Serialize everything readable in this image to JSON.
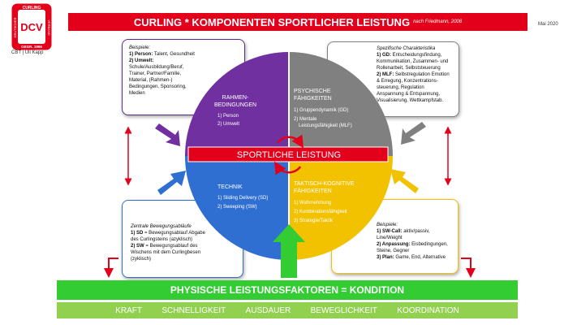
{
  "header": {
    "logo_text": "DCV",
    "logo_top": "CURLING",
    "logo_left": "DEUTSCHER",
    "logo_right": "VERBAND",
    "logo_bottom": "GEGR. 1966",
    "author": "CBT | Uli Kapp",
    "title": "CURLING * KOMPONENTEN SPORTLICHER LEISTUNG",
    "title_source": "nach Friedmann, 2008",
    "date": "Mai 2020"
  },
  "quadrants": {
    "tl": {
      "title_1": "RAHMEN-",
      "title_2": "BEDINGUNGEN",
      "item_1": "1) Person",
      "item_2": "2) Umwelt",
      "color": "#7030a0"
    },
    "tr": {
      "title_1": "PSYCHISCHE",
      "title_2": "FÄHIGKEITEN",
      "item_1": "1) Gruppendynamik (GD)",
      "item_2": "2) Mentale",
      "item_3": "Leistungsfähigkeit (MLF)",
      "color": "#808080"
    },
    "bl": {
      "title_1": "TECHNIK",
      "item_1": "1) Sliding Delivery (SD)",
      "item_2": "2) Sweeping (SW)",
      "color": "#2f6fd1"
    },
    "br": {
      "title_1": "TAKTISCH-KOGNITIVE",
      "title_2": "FÄHIGKEITEN",
      "item_1": "1) Wahrnehmung",
      "item_2": "2) Kombinationsfähigkeit",
      "item_3": "3) Strategie/Taktik",
      "color": "#f2c200"
    }
  },
  "center_band": {
    "label": "SPORTLICHE LEISTUNG",
    "color": "#e3001b"
  },
  "boxes": {
    "tl": {
      "heading": "Beispiele:",
      "l1_num": "1) Person:",
      "l1": "Talent, Gesundheit",
      "l2_num": "2) Umwelt:",
      "l3": "Schule/Ausbildung/Beruf,",
      "l4": "Trainer, Partner/Familie,",
      "l5": "Material, (Rahmen-)",
      "l6": "Bedingungen, Sponsoring,",
      "l7": "Medien"
    },
    "tr": {
      "heading": "Spezifische Charakteristika",
      "l1_num": "1) GD:",
      "l1": "Entscheidungsfindung,",
      "l2": "Kommunikation, Zusammen- und",
      "l3": "Rollenarbeit, Selbststeuerung",
      "l4_num": "2) MLF:",
      "l4": "Selbstregulation Emotion",
      "l5": "& Erregung, Konzentrations-",
      "l6": "steuerung, Regulation",
      "l7": "Anspannung & Entspannung,",
      "l8": "Visualisierung, Wettkampfstab."
    },
    "bl": {
      "heading": "Zentrale Bewegungsabläufe",
      "l1_num": "1) SD",
      "l1": "= Bewegungsablauf Abgabe",
      "l2": "des Curlingsteins (azyklisch)",
      "l3_num": "2) SW",
      "l3": "= Bewegungsablauf des",
      "l4": "Wischens mit dem Curlingbesen",
      "l5": "(zyklisch)"
    },
    "br": {
      "heading": "Beispiele:",
      "l1_num": "1) SW-Call:",
      "l1": "aktiv/passiv,",
      "l2": "Line/Weight",
      "l3_num": "2) Anpassung:",
      "l3": "Eisbedingungen,",
      "l4": "Steine, Gegner",
      "l5_num": "3) Plan:",
      "l5": "Game, End, Alternative"
    }
  },
  "bottom": {
    "kondition": "PHYSISCHE LEISTUNGSFAKTOREN = KONDITION",
    "factors": [
      "KRAFT",
      "SCHNELLIGKEIT",
      "AUSDAUER",
      "BEWEGLICHKEIT",
      "KOORDINATION"
    ]
  },
  "colors": {
    "red": "#e3001b",
    "green": "#33cc33",
    "light_green": "#92d050",
    "purple": "#7030a0",
    "grey": "#808080",
    "blue": "#2f6fd1",
    "yellow": "#f2c200"
  }
}
